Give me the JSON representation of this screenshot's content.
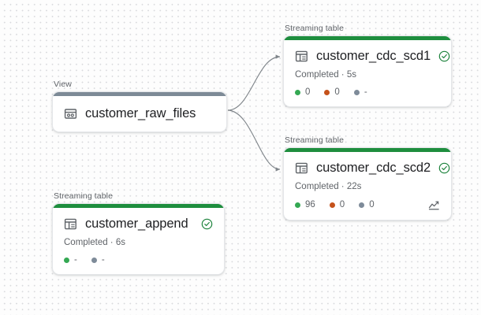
{
  "canvas": {
    "background_color": "#fdfdfd",
    "dot_color": "#d9dadd",
    "edge_color": "#80868b"
  },
  "colors": {
    "streaming_table_bar": "#1e8e3e",
    "view_bar": "#7d8a96",
    "status_green": "#188038",
    "metric_green": "#34a853",
    "metric_orange": "#c5521b",
    "metric_gray": "#7e8b99",
    "text_primary": "#202124",
    "text_secondary": "#5f6368"
  },
  "nodes": [
    {
      "id": "view",
      "kind_label": "View",
      "title": "customer_raw_files",
      "bar_color": "#7d8a96",
      "type_icon": "view-table-icon",
      "has_status_icon": false,
      "status_text": null,
      "metrics": [],
      "has_chart_icon": false
    },
    {
      "id": "scd1",
      "kind_label": "Streaming table",
      "title": "customer_cdc_scd1",
      "bar_color": "#1e8e3e",
      "type_icon": "streaming-table-icon",
      "has_status_icon": true,
      "status_icon": "check-circle-icon",
      "status_text": "Completed · 5s",
      "metrics": [
        {
          "dot": "green",
          "value": "0"
        },
        {
          "dot": "orange",
          "value": "0"
        },
        {
          "dot": "gray",
          "value": "-"
        }
      ],
      "has_chart_icon": false
    },
    {
      "id": "scd2",
      "kind_label": "Streaming table",
      "title": "customer_cdc_scd2",
      "bar_color": "#1e8e3e",
      "type_icon": "streaming-table-icon",
      "has_status_icon": true,
      "status_icon": "check-circle-icon",
      "status_text": "Completed · 22s",
      "metrics": [
        {
          "dot": "green",
          "value": "96"
        },
        {
          "dot": "orange",
          "value": "0"
        },
        {
          "dot": "gray",
          "value": "0"
        }
      ],
      "has_chart_icon": true,
      "chart_icon": "line-chart-icon"
    },
    {
      "id": "append",
      "kind_label": "Streaming table",
      "title": "customer_append",
      "bar_color": "#1e8e3e",
      "type_icon": "streaming-table-icon",
      "has_status_icon": true,
      "status_icon": "check-circle-icon",
      "status_text": "Completed · 6s",
      "metrics": [
        {
          "dot": "green",
          "value": "-"
        },
        {
          "dot": "gray",
          "value": "-"
        }
      ],
      "has_chart_icon": false
    }
  ],
  "edges": [
    {
      "from": "view",
      "to": "scd1"
    },
    {
      "from": "view",
      "to": "scd2"
    }
  ]
}
